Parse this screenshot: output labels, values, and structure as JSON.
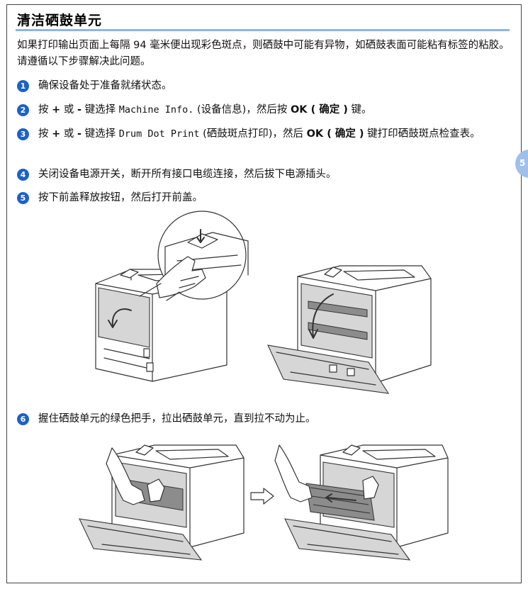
{
  "title": "清洁硒鼓单元",
  "intro": "如果打印输出页面上每隔 94 毫米便出现彩色斑点，则硒鼓中可能有异物，如硒鼓表面可能粘有标签的粘胶。请遵循以下步骤解决此问题。",
  "side_tab": "5",
  "steps": [
    {
      "num": "1",
      "text": "确保设备处于准备就绪状态。"
    },
    {
      "num": "2",
      "pre": "按",
      "plus": "+",
      "or": "或",
      "minus": "-",
      "mid": "键选择",
      "code": "Machine Info.",
      "paren": "(设备信息)，然后按",
      "ok": "OK ( 确定 )",
      "end": "键。"
    },
    {
      "num": "3",
      "pre": "按",
      "plus": "+",
      "or": "或",
      "minus": "-",
      "mid": "键选择",
      "code": "Drum Dot Print",
      "paren": "(硒鼓斑点打印)，然后",
      "ok": "OK ( 确定 )",
      "end": "键打印硒鼓斑点检查表。"
    },
    {
      "num": "4",
      "text": "关闭设备电源开关，断开所有接口电缆连接，然后拔下电源插头。"
    },
    {
      "num": "5",
      "text": "按下前盖释放按钮，然后打开前盖。"
    },
    {
      "num": "6",
      "text": "握住硒鼓单元的绿色把手，拉出硒鼓单元，直到拉不动为止。"
    }
  ],
  "figures": [
    {
      "name": "press-front-cover-release"
    },
    {
      "name": "front-cover-open"
    },
    {
      "name": "grip-drum-handle"
    },
    {
      "name": "pull-out-drum"
    }
  ]
}
